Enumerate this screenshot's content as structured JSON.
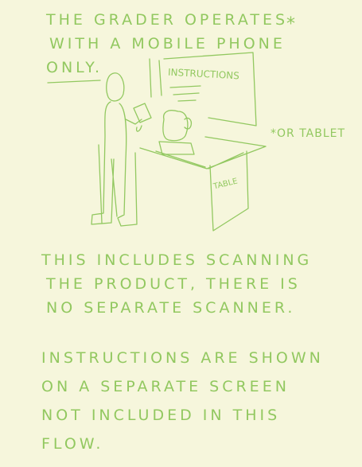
{
  "intro": {
    "line1": "THE GRADER OPERATES",
    "line2": "WITH A MOBILE PHONE",
    "line3": "ONLY.",
    "asterisk": "*"
  },
  "sketch": {
    "instructions_label": "INSTRUCTIONS",
    "table_label": "TABLE",
    "footnote": "*OR TABLET"
  },
  "note1": {
    "line1": "THIS INCLUDES SCANNING",
    "line2": "THE PRODUCT, THERE IS",
    "line3": "NO SEPARATE SCANNER."
  },
  "note2": {
    "line1": "INSTRUCTIONS ARE SHOWN",
    "line2": "ON A SEPARATE SCREEN",
    "line3": "NOT INCLUDED IN THIS",
    "line4": "FLOW."
  },
  "colors": {
    "ink": "#92c860",
    "paper": "#f6f6dc"
  }
}
